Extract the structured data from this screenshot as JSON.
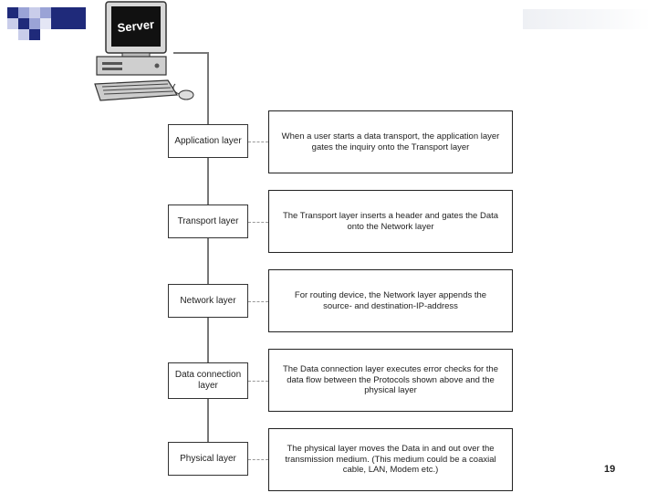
{
  "server": {
    "label": "Server",
    "icon": "server-computer-icon"
  },
  "layers": [
    {
      "name": "Application layer",
      "description": "When a user starts a data transport, the application layer gates the inquiry onto the Transport layer"
    },
    {
      "name": "Transport layer",
      "description": "The Transport layer inserts a header and gates the Data onto the Network layer"
    },
    {
      "name": "Network layer",
      "description": "For routing device, the Network layer appends the source- and destination-IP-address"
    },
    {
      "name": "Data connection layer",
      "description": "The Data connection layer executes error checks for the data flow between the Protocols shown above and the physical layer"
    },
    {
      "name": "Physical layer",
      "description": "The physical layer moves the Data in and out over the transmission medium. (This medium could be a coaxial cable, LAN, Modem etc.)"
    }
  ],
  "page_number": "19",
  "colors": {
    "accent_dark": "#1f2a7a",
    "accent_light": "#9aa3d6"
  }
}
